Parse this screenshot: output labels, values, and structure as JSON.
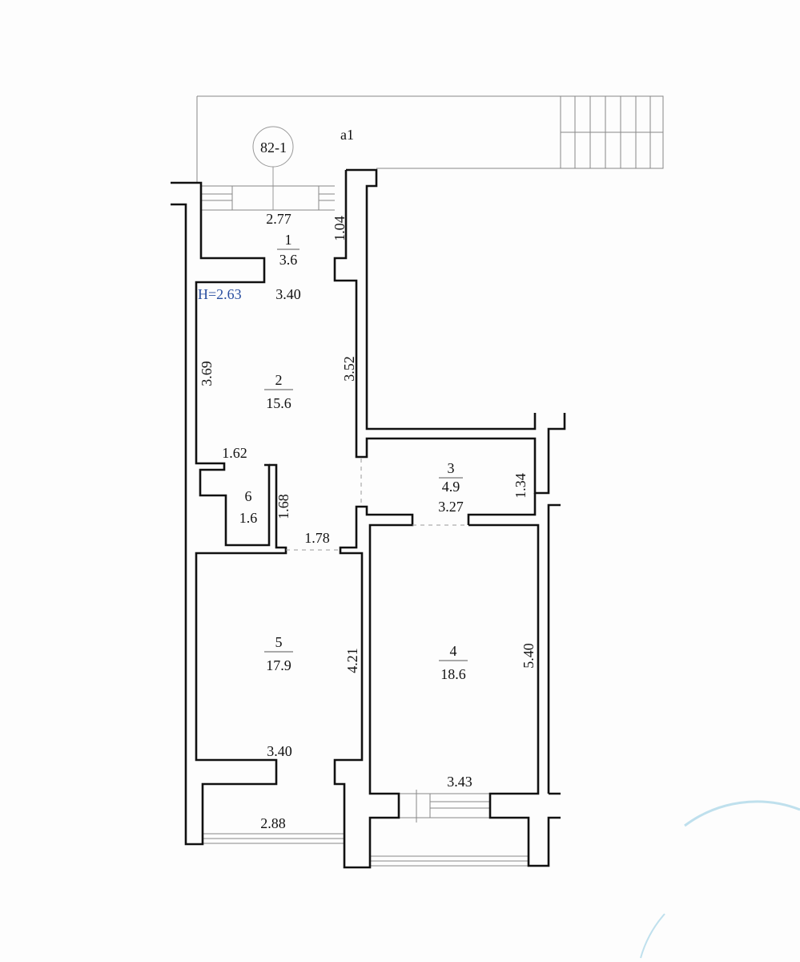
{
  "plan": {
    "unit_id": "82-1",
    "terrace_label": "a1",
    "ceiling_height": "H=2.63"
  },
  "rooms": [
    {
      "number": "1",
      "area": "3.6"
    },
    {
      "number": "2",
      "area": "15.6"
    },
    {
      "number": "3",
      "area": "4.9"
    },
    {
      "number": "4",
      "area": "18.6"
    },
    {
      "number": "5",
      "area": "17.9"
    },
    {
      "number": "6",
      "area": "1.6"
    }
  ],
  "dimensions": {
    "room1_width": "2.77",
    "room1_depth": "1.04",
    "room2_top": "3.40",
    "room2_left": "3.69",
    "room2_right": "3.52",
    "room6_width": "1.62",
    "room6_depth": "1.68",
    "door_width": "1.78",
    "room3_width": "3.27",
    "room3_depth": "1.34",
    "room5_depth": "4.21",
    "room5_width": "3.40",
    "balcony5_width": "2.88",
    "room4_depth": "5.40",
    "room4_width": "3.43"
  },
  "colors": {
    "walls": "#111111",
    "height_label": "#2a4fa0",
    "stamp": "#8cc8e0"
  }
}
